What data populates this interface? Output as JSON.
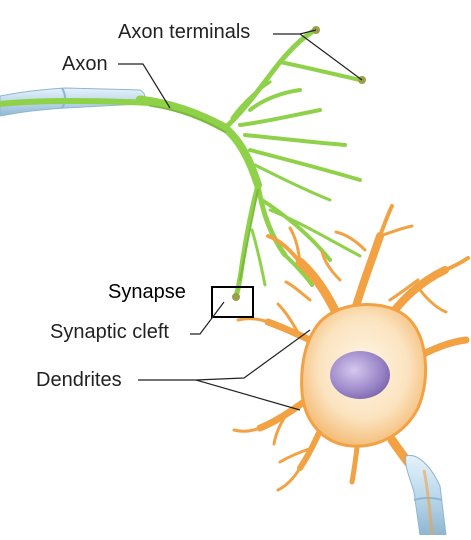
{
  "labels": {
    "axon_terminals": "Axon terminals",
    "axon": "Axon",
    "synapse": "Synapse",
    "synaptic_cleft": "Synaptic cleft",
    "dendrites": "Dendrites"
  },
  "colors": {
    "axon_green": "#8fd24a",
    "axon_green_dark": "#5e9e2a",
    "myelin_blue": "#bcd9ec",
    "myelin_blue_dark": "#8fb6d1",
    "neuron_orange": "#f2a243",
    "cell_body_cream": "#fbe3bf",
    "nucleus_purple": "#9b86c8",
    "terminal_bulb": "#9aa048",
    "leader_line": "#222222"
  }
}
